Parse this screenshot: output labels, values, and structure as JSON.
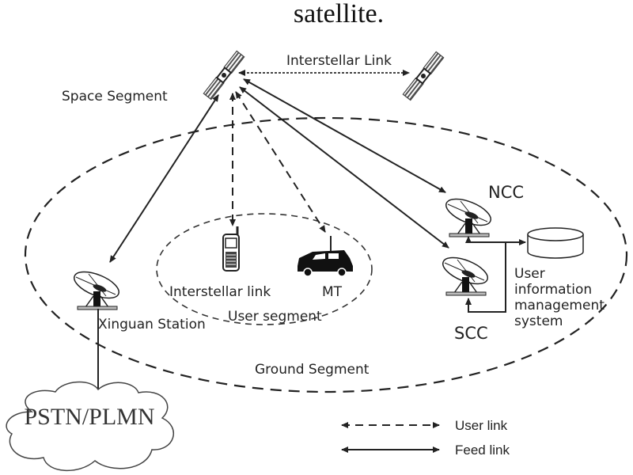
{
  "caption": "satellite.",
  "labels": {
    "space_segment": "Space Segment",
    "interstellar_link_top": "Interstellar Link",
    "ncc": "NCC",
    "scc": "SCC",
    "uims_line1": "User",
    "uims_line2": "information",
    "uims_line3": "management",
    "uims_line4": "system",
    "handset": "Interstellar link",
    "mt": "MT",
    "user_segment": "User segment",
    "xinguan_station": "Xinguan Station",
    "ground_segment": "Ground Segment",
    "pstn": "PSTN/PLMN"
  },
  "legend": {
    "items": [
      {
        "style": "dashed",
        "label": "User link"
      },
      {
        "style": "solid",
        "label": "Feed link"
      }
    ]
  },
  "icons": {
    "satellite": "satellite-icon",
    "dish": "satellite-dish-icon",
    "database": "database-icon",
    "phone": "mobile-phone-icon",
    "vehicle": "vehicle-icon",
    "cloud": "cloud-icon"
  },
  "colors": {
    "line": "#222222",
    "background": "#ffffff"
  }
}
